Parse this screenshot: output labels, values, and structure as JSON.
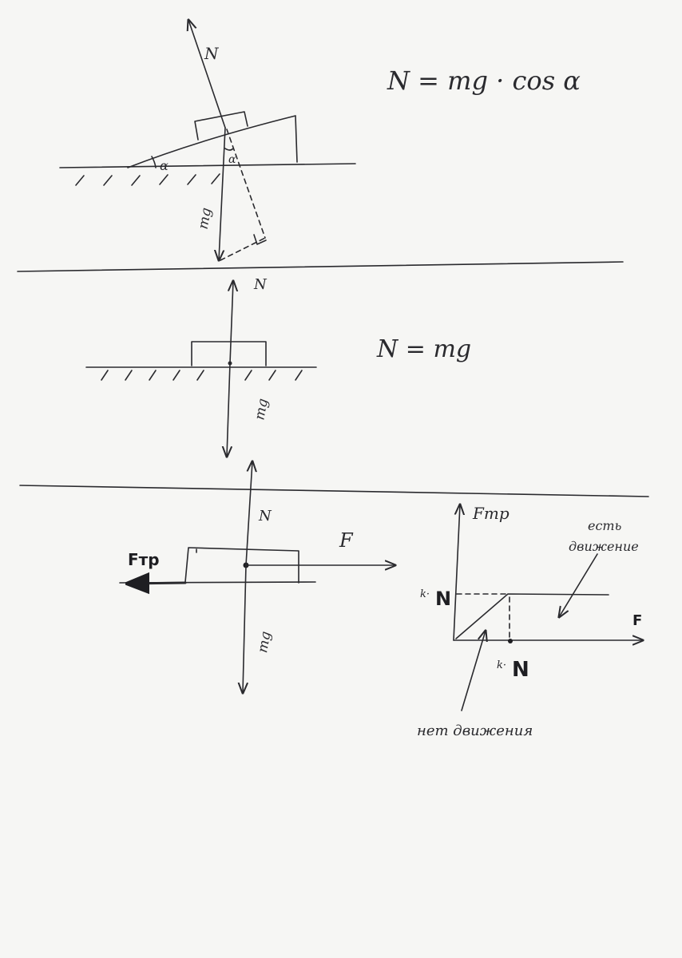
{
  "labels": {
    "normal_force": "N",
    "gravity": "mg",
    "angle": "α",
    "angle_sub": "α",
    "applied_force": "F",
    "friction_force": "Fтр",
    "coef_y": "k·",
    "coef_y_bold": "N",
    "coef_x": "k·",
    "coef_x_bold": "N",
    "motion_label_line1": "есть",
    "motion_label_line2": "движение",
    "no_motion_label": "нет движения"
  },
  "formulas": {
    "incline": "N = mg · cos α",
    "flat": "N = mg"
  },
  "graph": {
    "y_axis_label": "Fтр",
    "x_axis_label": "F"
  },
  "colors": {
    "ink": "#2a2a2e",
    "paper": "#f6f6f4"
  }
}
